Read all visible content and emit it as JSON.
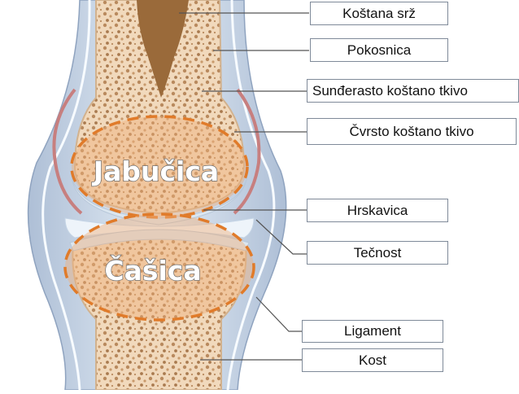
{
  "labels": {
    "kostana_srz": "Koštana srž",
    "pokosnica": "Pokosnica",
    "sunderasto": "Sunđerasto koštano tkivo",
    "cvrsto": "Čvrsto koštano tkivo",
    "hrskavica": "Hrskavica",
    "tecnost": "Tečnost",
    "ligament": "Ligament",
    "kost": "Kost"
  },
  "regions": {
    "upper": "Jabučica",
    "lower": "Čašica"
  },
  "colors": {
    "bone": "#e9c8a4",
    "marrow": "#9a6a3a",
    "cartilage": "#dbe6f0",
    "capsule": "#c9d9ea",
    "synovium": "#c77f7f",
    "dashed_outline": "#e07b2a",
    "label_border": "#7f8a99",
    "leader_line": "#555555"
  }
}
